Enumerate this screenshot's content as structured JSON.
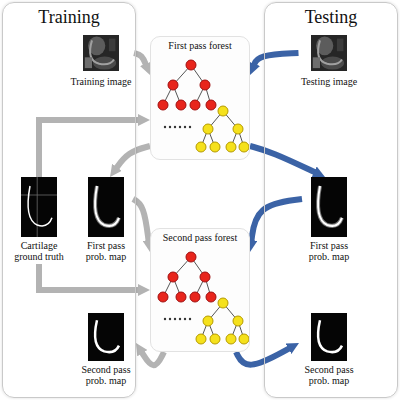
{
  "diagram": {
    "nodes": [
      {
        "text": [
          "Training"
        ]
      },
      {
        "text": [
          "Training image"
        ],
        "in": 0
      },
      {
        "text": [
          "Cartilage ground truth"
        ],
        "in": 0
      },
      {
        "text": [
          "First pass prob. map"
        ],
        "in": 0
      },
      {
        "text": [
          "Second pass prob. map"
        ],
        "in": 0
      },
      {
        "text": [
          "First pass forest"
        ]
      },
      {
        "text": [
          "Second pass forest"
        ]
      },
      {
        "text": [
          "Testing"
        ]
      },
      {
        "text": [
          "Testing image"
        ],
        "in": 7
      },
      {
        "text": [
          "First pass prob. map"
        ],
        "in": 7
      },
      {
        "text": [
          "Second pass prob. map"
        ],
        "in": 7
      }
    ],
    "edges": [
      {
        "from": 1,
        "to": 5,
        "arrow": "to"
      },
      {
        "from": 5,
        "to": 3,
        "arrow": "to"
      },
      {
        "from": 2,
        "to": 5,
        "arrow": "to"
      },
      {
        "from": 2,
        "to": 6,
        "arrow": "to"
      },
      {
        "from": 3,
        "to": 6,
        "arrow": "to"
      },
      {
        "from": 6,
        "to": 4,
        "arrow": "to"
      },
      {
        "from": 8,
        "to": 5,
        "arrow": "to"
      },
      {
        "from": 5,
        "to": 9,
        "arrow": "to"
      },
      {
        "from": 9,
        "to": 6,
        "arrow": "to"
      },
      {
        "from": 6,
        "to": 10,
        "arrow": "to"
      }
    ]
  }
}
